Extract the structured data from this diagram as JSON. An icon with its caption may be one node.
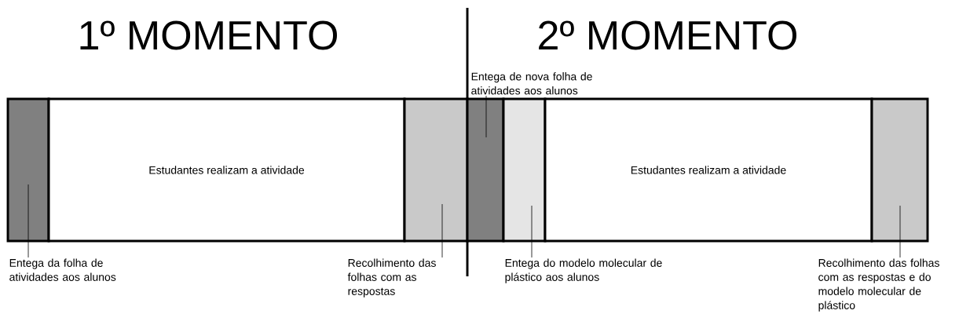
{
  "diagram": {
    "nodes": [
      {
        "text": [],
        "shape": "box"
      },
      {
        "text": [
          "Estudantes realizam a atividade"
        ]
      },
      {
        "text": [],
        "shape": "box"
      },
      {
        "text": [],
        "shape": "box"
      },
      {
        "text": [],
        "shape": "box"
      },
      {
        "text": [
          "Estudantes realizam a atividade"
        ]
      },
      {
        "text": [],
        "shape": "box"
      },
      {
        "text": [
          "Entega da folha de atividades aos alunos"
        ]
      },
      {
        "text": [
          "Recolhimento das folhas com as respostas"
        ]
      },
      {
        "text": [
          "Entega de nova folha de atividades aos alunos"
        ]
      },
      {
        "text": [
          "Entega do modelo molecular de plástico aos alunos"
        ]
      },
      {
        "text": [
          "Recolhimento das folhas com as respostas e do modelo molecular de plástico"
        ]
      }
    ],
    "edges": [
      {
        "from": 7,
        "to": 0,
        "arrow": "none"
      },
      {
        "from": 8,
        "to": 2,
        "arrow": "none"
      },
      {
        "from": 9,
        "to": 3,
        "arrow": "none"
      },
      {
        "from": 10,
        "to": 4,
        "arrow": "none"
      },
      {
        "from": 11,
        "to": 6,
        "arrow": "none"
      }
    ],
    "labels": [
      "1º MOMENTO",
      "2º MOMENTO"
    ]
  }
}
